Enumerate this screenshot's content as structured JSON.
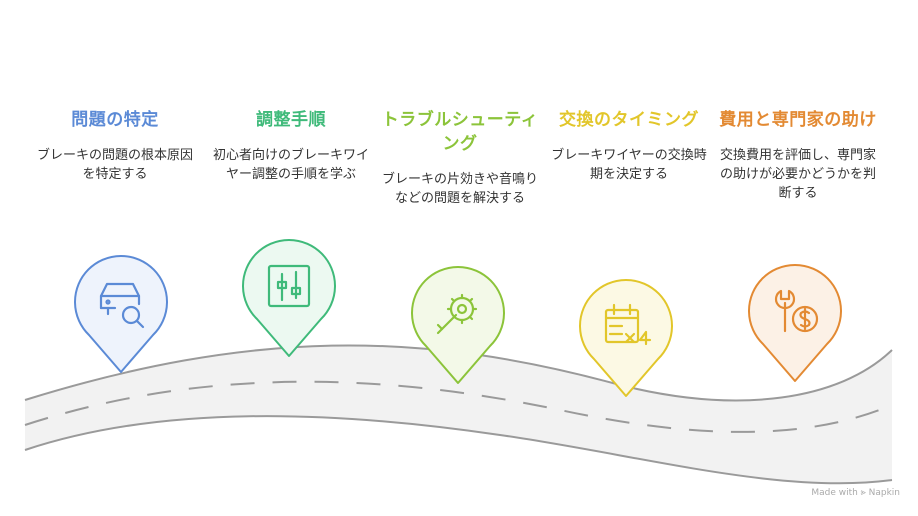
{
  "steps": [
    {
      "title": "問題の特定",
      "description": "ブレーキの問題の根本原因を特定する",
      "color": "#5b8ad6",
      "fill": "#eef3fc",
      "icon": "car-search-icon"
    },
    {
      "title": "調整手順",
      "description": "初心者向けのブレーキワイヤー調整の手順を学ぶ",
      "color": "#3fba7a",
      "fill": "#ecf9f1",
      "icon": "adjustment-tools-icon"
    },
    {
      "title": "トラブルシューティング",
      "description": "ブレーキの片効きや音鳴りなどの問題を解決する",
      "color": "#8cc43a",
      "fill": "#f3f9e8",
      "icon": "gear-wrench-icon"
    },
    {
      "title": "交換のタイミング",
      "description": "ブレーキワイヤーの交換時期を決定する",
      "color": "#e2c62a",
      "fill": "#fcf9e4",
      "icon": "calendar-icon"
    },
    {
      "title": "費用と専門家の助け",
      "description": "交換費用を評価し、専門家の助けが必要かどうかを判断する",
      "color": "#e38a33",
      "fill": "#fcf1e6",
      "icon": "wrench-dollar-icon"
    }
  ],
  "watermark": "Made with ⪢ Napkin"
}
